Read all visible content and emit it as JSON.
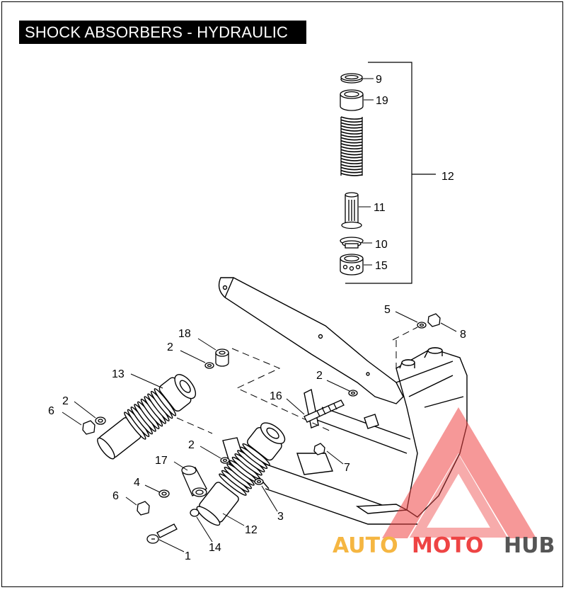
{
  "title": "SHOCK ABSORBERS - HYDRAULIC",
  "callouts": [
    {
      "id": "c9",
      "label": "9"
    },
    {
      "id": "c19",
      "label": "19"
    },
    {
      "id": "c12a",
      "label": "12"
    },
    {
      "id": "c11",
      "label": "11"
    },
    {
      "id": "c10",
      "label": "10"
    },
    {
      "id": "c15",
      "label": "15"
    },
    {
      "id": "c5",
      "label": "5"
    },
    {
      "id": "c8",
      "label": "8"
    },
    {
      "id": "c18",
      "label": "18"
    },
    {
      "id": "c2a",
      "label": "2"
    },
    {
      "id": "c13",
      "label": "13"
    },
    {
      "id": "c2b",
      "label": "2"
    },
    {
      "id": "c16",
      "label": "16"
    },
    {
      "id": "c2c",
      "label": "2"
    },
    {
      "id": "c6a",
      "label": "6"
    },
    {
      "id": "c2d",
      "label": "2"
    },
    {
      "id": "c17",
      "label": "17"
    },
    {
      "id": "c7",
      "label": "7"
    },
    {
      "id": "c4",
      "label": "4"
    },
    {
      "id": "c6b",
      "label": "6"
    },
    {
      "id": "c3",
      "label": "3"
    },
    {
      "id": "c12b",
      "label": "12"
    },
    {
      "id": "c14",
      "label": "14"
    },
    {
      "id": "c1",
      "label": "1"
    }
  ],
  "watermark": {
    "part1": "AUTO",
    "part2": "MOTO",
    "part3": "HUB",
    "color_orange": "#f5b642",
    "color_red": "#ee4444",
    "color_grey": "#555555"
  }
}
